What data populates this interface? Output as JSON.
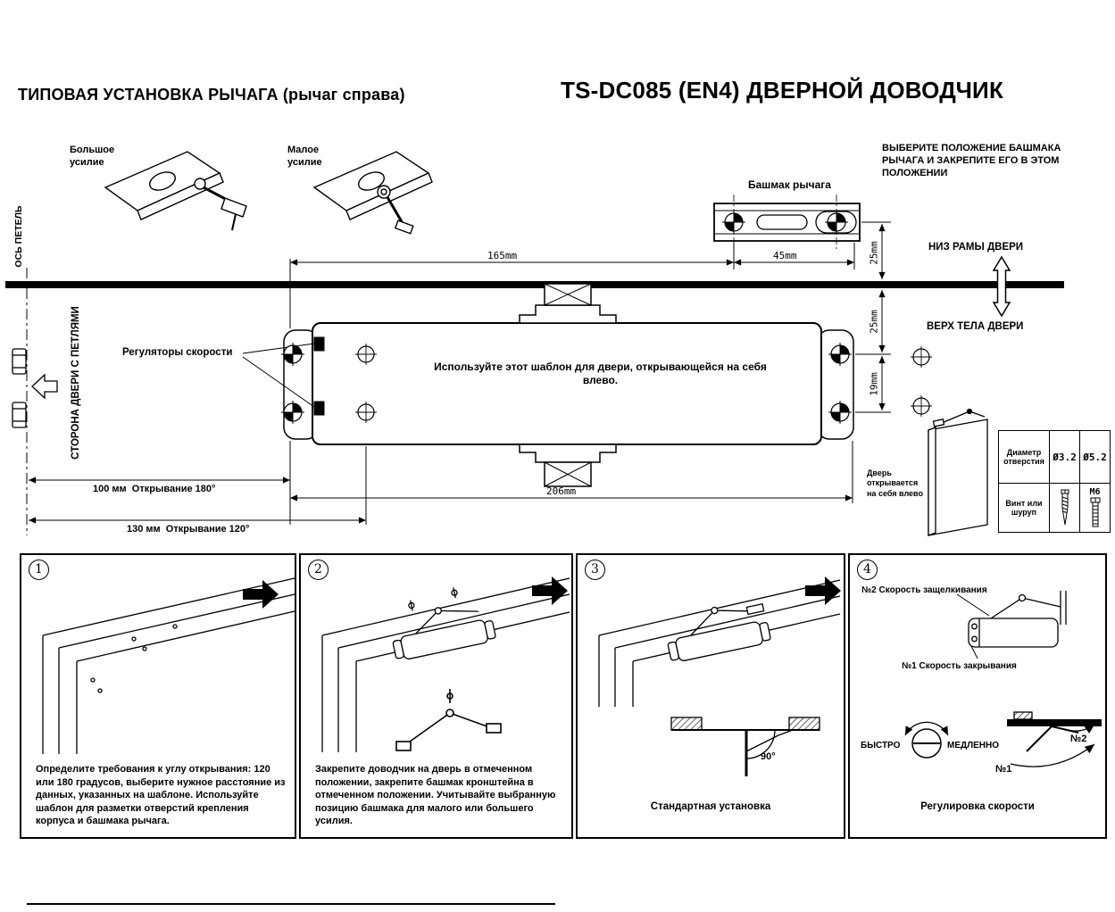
{
  "header": {
    "left_title": "ТИПОВАЯ УСТАНОВКА РЫЧАГА (рычаг справа)",
    "right_title": "TS-DC085 (EN4) ДВЕРНОЙ ДОВОДЧИК"
  },
  "template_area": {
    "force_labels": {
      "large": "Большое усилие",
      "small": "Малое усилие"
    },
    "arm_shoe_label": "Башмак рычага",
    "choose_position_note": "ВЫБЕРИТЕ ПОЛОЖЕНИЕ БАШМАКА РЫЧАГА И ЗАКРЕПИТЕ ЕГО В ЭТОМ ПОЛОЖЕНИИ",
    "frame_bottom_label": "НИЗ РАМЫ ДВЕРИ",
    "door_body_top_label": "ВЕРХ ТЕЛА ДВЕРИ",
    "hinge_axis_label": "ОСЬ ПЕТЕЛЬ",
    "hinge_side_label": "СТОРОНА ДВЕРИ С ПЕТЛЯМИ",
    "speed_regulators_label": "Регуляторы скорости",
    "template_note": "Используйте этот шаблон для двери, открывающейся на себя влево.",
    "door_opens_note": "Дверь открывается на себя влево",
    "dimensions": {
      "axis_to_shoe": "165mm",
      "shoe_holes": "45mm",
      "frame_to_shoe": "25mm",
      "door_top_to_holes": "25mm",
      "hole_rows": "19mm",
      "body_holes_span": "206mm",
      "opening_180": "100 мм  Открывание 180°",
      "opening_120": "130 мм  Открывание 120°"
    },
    "spec_table": {
      "hole_diameter_label": "Диаметр отверстия",
      "diameter_1": "Ø3.2",
      "diameter_2": "Ø5.2",
      "screw_label": "Винт или шуруп",
      "screw_size": "M6"
    }
  },
  "steps": [
    {
      "num": "1",
      "text": "Определите требования к углу открывания: 120 или 180 градусов, выберите нужное расстояние из данных, указанных на шаблоне. Используйте шаблон для разметки отверстий крепления корпуса и башмака рычага."
    },
    {
      "num": "2",
      "text": "Закрепите доводчик на дверь в отмеченном положении, закрепите башмак кронштейна в отмеченном положении. Учитывайте выбранную позицию башмака для малого или большего усилия."
    },
    {
      "num": "3",
      "angle_label": "90°",
      "caption": "Стандартная установка"
    },
    {
      "num": "4",
      "latch_speed_label": "№2 Скорость защелкивания",
      "closing_speed_label": "№1 Скорость закрывания",
      "fast_label": "БЫСТРО",
      "slow_label": "МЕДЛЕННО",
      "arc_label_1": "№1",
      "arc_label_2": "№2",
      "caption": "Регулировка скорости"
    }
  ],
  "icons": {
    "registration_mark": "registration-mark-icon",
    "crosshair_hole": "crosshair-hole-icon",
    "wood_screw": "wood-screw-icon",
    "machine_screw": "machine-screw-icon",
    "next_step_arrow": "next-step-arrow-icon",
    "hinge_direction_arrow": "left-arrow-icon",
    "frame_door_gap_arrow": "up-down-arrow-icon"
  },
  "colors": {
    "ink": "#000000",
    "paper": "#ffffff"
  }
}
